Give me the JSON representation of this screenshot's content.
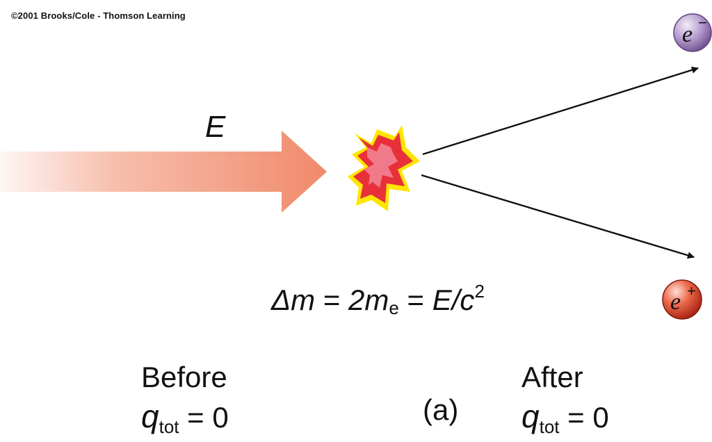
{
  "copyright": "©2001 Brooks/Cole - Thomson Learning",
  "energy_label": "E",
  "equation": {
    "delta_m": "Δm",
    "eq1": "=",
    "two_m": "2m",
    "sub_e": "e",
    "eq2": "=",
    "e_over_c": "E/c",
    "sup_2": "2"
  },
  "before": {
    "title": "Before",
    "q": "q",
    "q_sub": "tot",
    "equals_zero": " = 0"
  },
  "after": {
    "title": "After",
    "q": "q",
    "q_sub": "tot",
    "equals_zero": " = 0"
  },
  "panel_label": "(a)",
  "particles": {
    "electron": "e",
    "electron_sign": "−",
    "positron": "e",
    "positron_sign": "+"
  },
  "colors": {
    "photon_arrow": "#f08a6a",
    "burst_outer": "#ffe600",
    "burst_mid": "#e8303a",
    "burst_inner": "#f07a8a",
    "electron": "#a98cc4",
    "positron": "#e24a2c",
    "track": "#111111"
  }
}
